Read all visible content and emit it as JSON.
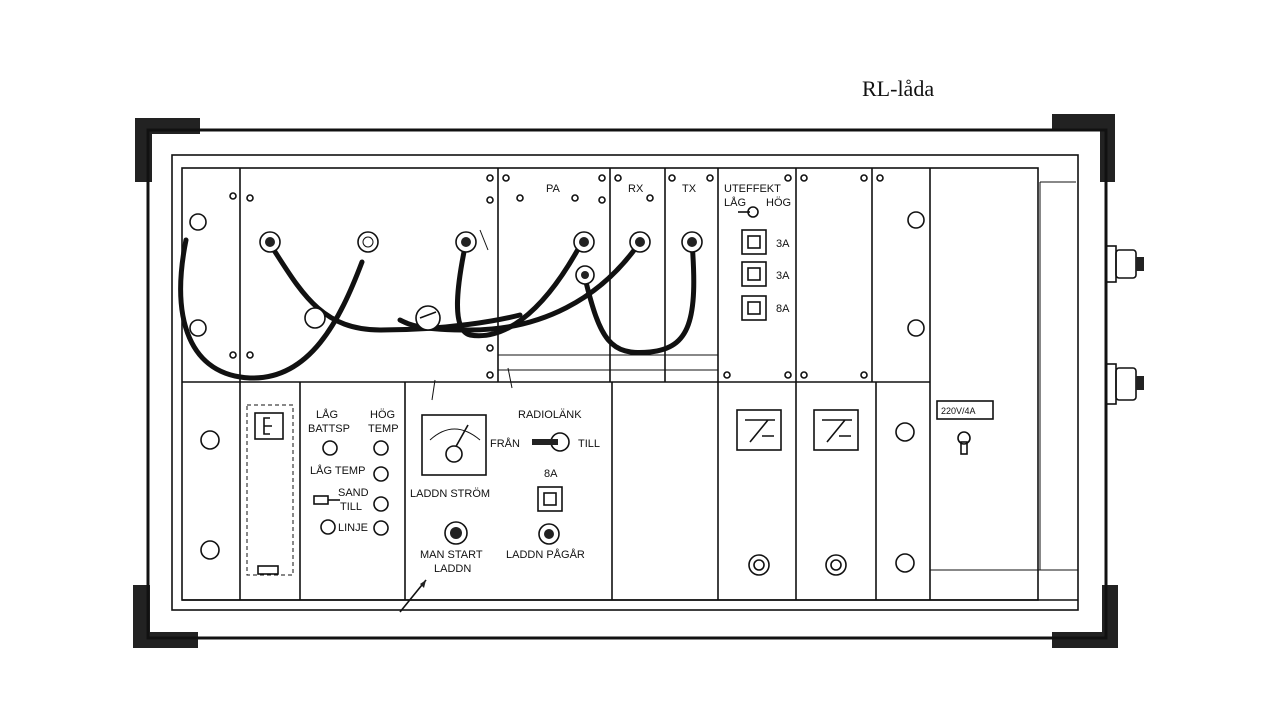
{
  "title": "RL-låda",
  "modules": {
    "pa": "PA",
    "rx": "RX",
    "tx": "TX",
    "power_out": {
      "label": "UTEFFEKT",
      "low": "LÅG",
      "high": "HÖG"
    },
    "fuses": [
      "3A",
      "3A",
      "8A"
    ]
  },
  "indicators": {
    "low_battery": [
      "LÅG",
      "BATTSP"
    ],
    "high_temp": [
      "HÖG",
      "TEMP"
    ],
    "low_temp": "LÅG TEMP",
    "sand": [
      "SAND",
      "TILL"
    ],
    "line": "LINJE"
  },
  "charging": {
    "current_meter": "LADDN STRÖM",
    "manual_start": [
      "MAN START",
      "LADDN"
    ],
    "in_progress": "LADDN PÅGÅR"
  },
  "radiolink": {
    "label": "RADIOLÄNK",
    "off": "FRÅN",
    "on": "TILL",
    "fuse": "8A"
  },
  "mains": "220V/4A"
}
